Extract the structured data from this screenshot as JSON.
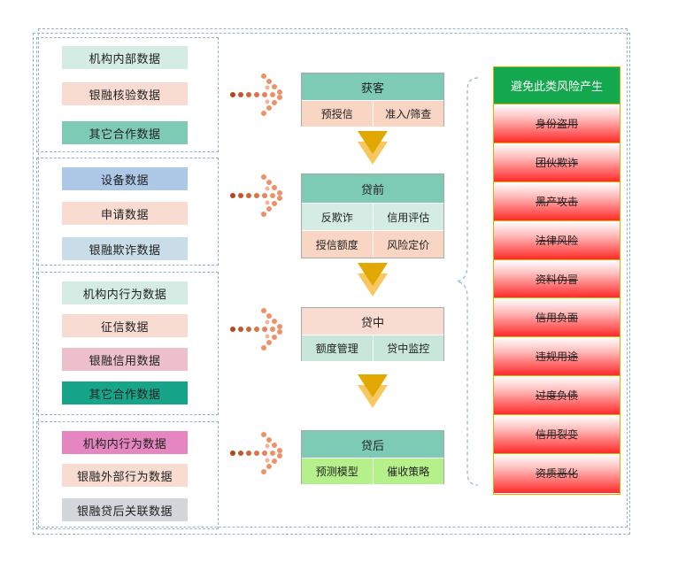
{
  "data_groups": [
    {
      "items": [
        {
          "label": "机构内部数据",
          "color": "#d4ece3"
        },
        {
          "label": "银融核验数据",
          "color": "#f8dcd2"
        },
        {
          "label": "其它合作数据",
          "color": "#7ecbb5"
        }
      ]
    },
    {
      "items": [
        {
          "label": "设备数据",
          "color": "#aec8e8"
        },
        {
          "label": "申请数据",
          "color": "#f8dcd2"
        },
        {
          "label": "银融欺诈数据",
          "color": "#c9dde8"
        }
      ]
    },
    {
      "items": [
        {
          "label": "机构内行为数据",
          "color": "#d4ece3"
        },
        {
          "label": "征信数据",
          "color": "#f8dcd2"
        },
        {
          "label": "银融信用数据",
          "color": "#edbfcb"
        },
        {
          "label": "其它合作数据",
          "color": "#17a589"
        }
      ]
    },
    {
      "items": [
        {
          "label": "机构内行为数据",
          "color": "#e686c0"
        },
        {
          "label": "银融外部行为数据",
          "color": "#f8dcd2"
        },
        {
          "label": "银融贷后关联数据",
          "color": "#d3d6db"
        }
      ]
    }
  ],
  "stages": [
    {
      "title": "获客",
      "title_color": "#7ecbb5",
      "rows": [
        {
          "cells": [
            "预授信",
            "准入/筛查"
          ],
          "color": "#f9d5c4"
        }
      ]
    },
    {
      "title": "贷前",
      "title_color": "#7ecbb5",
      "rows": [
        {
          "cells": [
            "反欺诈",
            "信用评估"
          ],
          "color": "#d4ece3"
        },
        {
          "cells": [
            "授信额度",
            "风险定价"
          ],
          "color": "#f9d5c4"
        }
      ]
    },
    {
      "title": "贷中",
      "title_color": "#f8dcd2",
      "rows": [
        {
          "cells": [
            "额度管理",
            "贷中监控"
          ],
          "color": "#c8e7da"
        }
      ]
    },
    {
      "title": "贷后",
      "title_color": "#7ecbb5",
      "rows": [
        {
          "cells": [
            "预测模型",
            "催收策略"
          ],
          "color": "#b5f08a"
        }
      ]
    }
  ],
  "risks": {
    "title": "避免此类风险产生",
    "items": [
      "身份盗用",
      "团伙欺诈",
      "黑产攻击",
      "法律风险",
      "资料伪冒",
      "信用负面",
      "违规用途",
      "过度负债",
      "信用裂变",
      "资质恶化"
    ]
  },
  "colors": {
    "arrow_down": "#e0a800",
    "arrow_down_light": "#f6c85f",
    "dots_dark": "#b5451b",
    "dots_light": "#f0906a",
    "border_dash": "#8fb4d8",
    "risk_head": "#13a84e"
  }
}
